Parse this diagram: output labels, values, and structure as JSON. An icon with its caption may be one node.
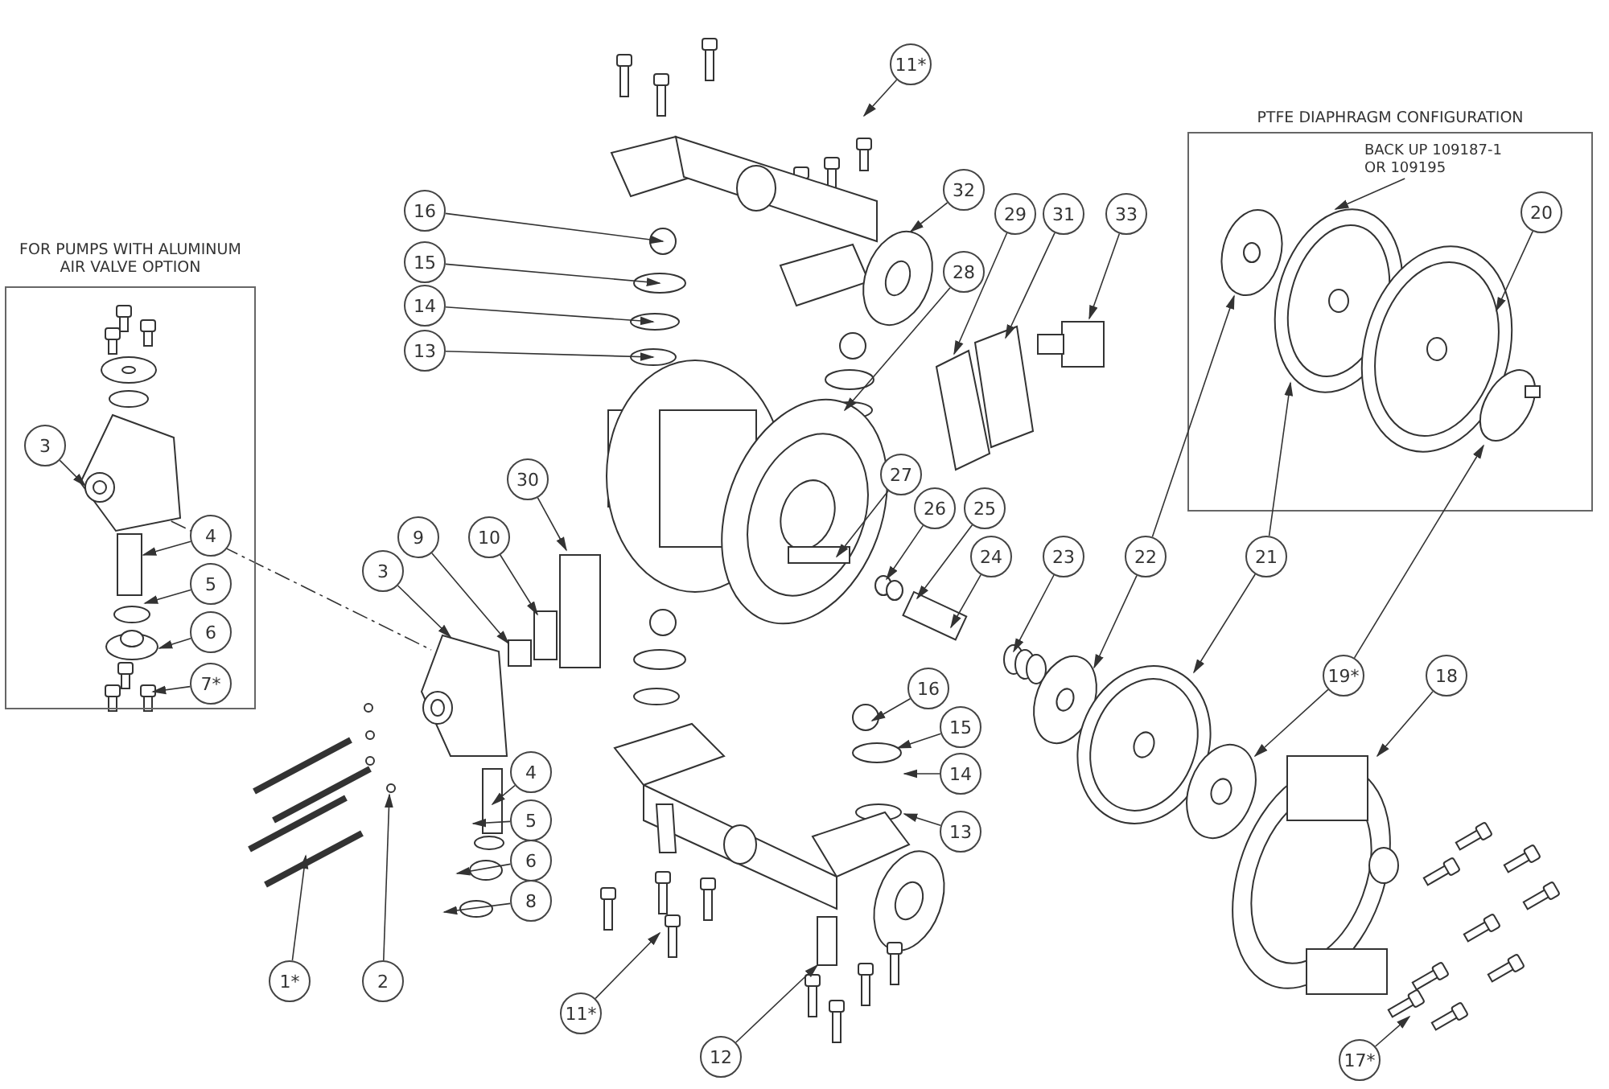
{
  "diagram": {
    "nodes": [
      {
        "text": [
          "FOR PUMPS WITH ALUMINUM AIR VALVE OPTION"
        ]
      },
      {
        "text": [
          "3"
        ],
        "in": 0
      },
      {
        "text": [
          "4"
        ],
        "in": 0
      },
      {
        "text": [
          "5"
        ],
        "in": 0
      },
      {
        "text": [
          "6"
        ],
        "in": 0
      },
      {
        "text": [
          "7*"
        ],
        "in": 0
      },
      {
        "text": [
          "PTFE DIAPHRAGM CONFIGURATION"
        ]
      },
      {
        "text": [
          "BACK UP 109187-1 OR 109195"
        ],
        "in": 6
      },
      {
        "text": [
          "20"
        ],
        "in": 6
      },
      {
        "text": [
          "11*"
        ]
      },
      {
        "text": [
          "32"
        ]
      },
      {
        "text": [
          "16"
        ]
      },
      {
        "text": [
          "15"
        ]
      },
      {
        "text": [
          "29"
        ]
      },
      {
        "text": [
          "31"
        ]
      },
      {
        "text": [
          "33"
        ]
      },
      {
        "text": [
          "14"
        ]
      },
      {
        "text": [
          "28"
        ]
      },
      {
        "text": [
          "13"
        ]
      },
      {
        "text": [
          "27"
        ]
      },
      {
        "text": [
          "30"
        ]
      },
      {
        "text": [
          "26"
        ]
      },
      {
        "text": [
          "25"
        ]
      },
      {
        "text": [
          "9"
        ]
      },
      {
        "text": [
          "10"
        ]
      },
      {
        "text": [
          "22"
        ]
      },
      {
        "text": [
          "21"
        ]
      },
      {
        "text": [
          "24"
        ]
      },
      {
        "text": [
          "3"
        ]
      },
      {
        "text": [
          "23"
        ]
      },
      {
        "text": [
          "18"
        ]
      },
      {
        "text": [
          "16"
        ]
      },
      {
        "text": [
          "19*"
        ]
      },
      {
        "text": [
          "15"
        ]
      },
      {
        "text": [
          "4"
        ]
      },
      {
        "text": [
          "14"
        ]
      },
      {
        "text": [
          "5"
        ]
      },
      {
        "text": [
          "13"
        ]
      },
      {
        "text": [
          "6"
        ]
      },
      {
        "text": [
          "8"
        ]
      },
      {
        "text": [
          "1*"
        ]
      },
      {
        "text": [
          "2"
        ]
      },
      {
        "text": [
          "11*"
        ]
      },
      {
        "text": [
          "12"
        ]
      },
      {
        "text": [
          "17*"
        ]
      }
    ],
    "edges": [
      {
        "from": 1,
        "to": null,
        "arrow": "to"
      },
      {
        "from": 2,
        "to": null,
        "arrow": "to"
      },
      {
        "from": 3,
        "to": null,
        "arrow": "to"
      },
      {
        "from": 4,
        "to": null,
        "arrow": "to"
      },
      {
        "from": 5,
        "to": null,
        "arrow": "to"
      },
      {
        "from": 7,
        "to": null,
        "arrow": "to"
      },
      {
        "from": 8,
        "to": null,
        "arrow": "to"
      },
      {
        "from": 9,
        "to": null,
        "arrow": "to"
      },
      {
        "from": 10,
        "to": null,
        "arrow": "to"
      },
      {
        "from": 11,
        "to": null,
        "arrow": "to"
      },
      {
        "from": 12,
        "to": null,
        "arrow": "to"
      },
      {
        "from": 13,
        "to": null,
        "arrow": "to"
      },
      {
        "from": 14,
        "to": null,
        "arrow": "to"
      },
      {
        "from": 15,
        "to": null,
        "arrow": "to"
      },
      {
        "from": 16,
        "to": null,
        "arrow": "to"
      },
      {
        "from": 17,
        "to": null,
        "arrow": "to"
      },
      {
        "from": 18,
        "to": null,
        "arrow": "to"
      },
      {
        "from": 19,
        "to": null,
        "arrow": "to"
      },
      {
        "from": 20,
        "to": null,
        "arrow": "to"
      },
      {
        "from": 21,
        "to": null,
        "arrow": "to"
      },
      {
        "from": 22,
        "to": null,
        "arrow": "to"
      },
      {
        "from": 23,
        "to": null,
        "arrow": "to"
      },
      {
        "from": 24,
        "to": null,
        "arrow": "to"
      },
      {
        "from": 25,
        "to": null,
        "arrow": "to"
      },
      {
        "from": 25,
        "to": null,
        "arrow": "to"
      },
      {
        "from": 26,
        "to": null,
        "arrow": "to"
      },
      {
        "from": 26,
        "to": null,
        "arrow": "to"
      },
      {
        "from": 27,
        "to": null,
        "arrow": "to"
      },
      {
        "from": 28,
        "to": null,
        "arrow": "to"
      },
      {
        "from": 29,
        "to": null,
        "arrow": "to"
      },
      {
        "from": 30,
        "to": null,
        "arrow": "to"
      },
      {
        "from": 31,
        "to": null,
        "arrow": "to"
      },
      {
        "from": 32,
        "to": null,
        "arrow": "to"
      },
      {
        "from": 32,
        "to": null,
        "arrow": "to"
      },
      {
        "from": 33,
        "to": null,
        "arrow": "to"
      },
      {
        "from": 34,
        "to": null,
        "arrow": "to"
      },
      {
        "from": 35,
        "to": null,
        "arrow": "to"
      },
      {
        "from": 36,
        "to": null,
        "arrow": "to"
      },
      {
        "from": 37,
        "to": null,
        "arrow": "to"
      },
      {
        "from": 38,
        "to": null,
        "arrow": "to"
      },
      {
        "from": 39,
        "to": null,
        "arrow": "to"
      },
      {
        "from": 40,
        "to": null,
        "arrow": "to"
      },
      {
        "from": 41,
        "to": null,
        "arrow": "to"
      },
      {
        "from": 42,
        "to": null,
        "arrow": "to"
      },
      {
        "from": 43,
        "to": null,
        "arrow": "to"
      },
      {
        "from": 44,
        "to": null,
        "arrow": "to"
      }
    ]
  }
}
